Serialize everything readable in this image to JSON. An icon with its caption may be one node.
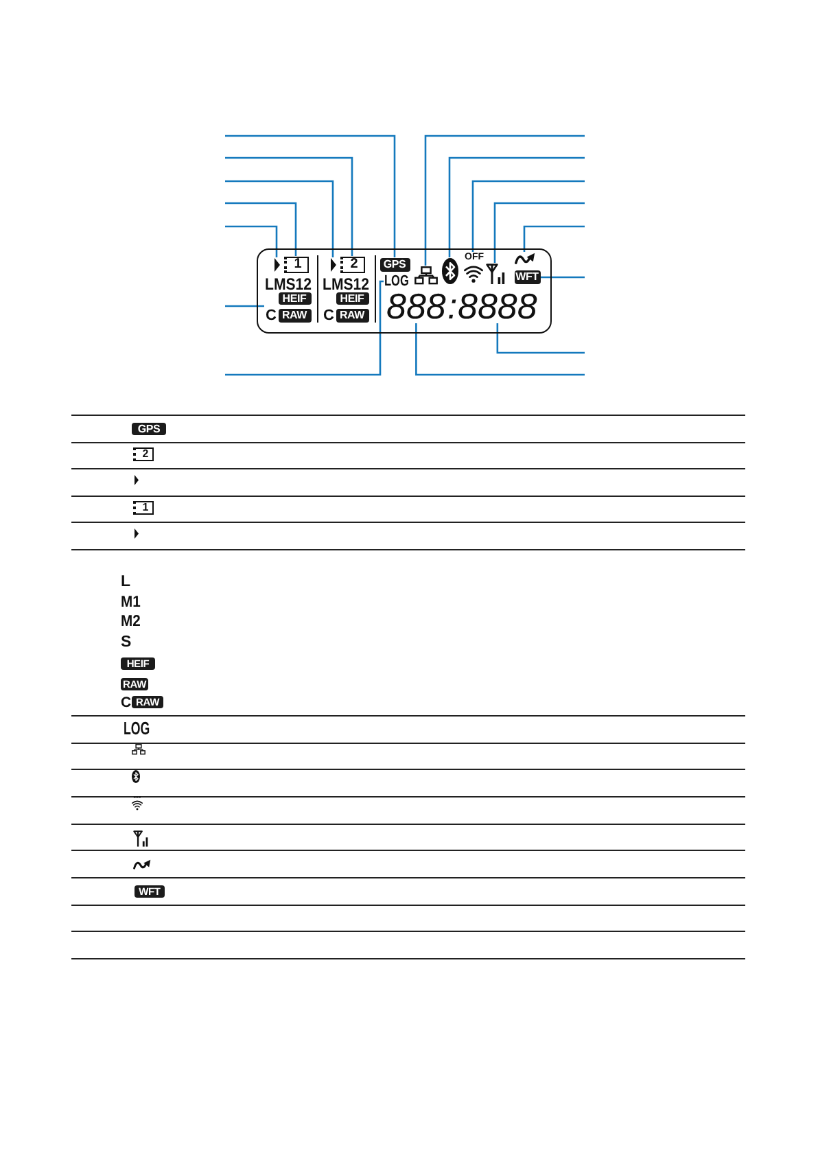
{
  "diagram": {
    "nodes": [
      {
        "text": [],
        "shape": "box"
      },
      {
        "text": [],
        "shape": "triangle",
        "in": 0
      },
      {
        "text": [
          "1"
        ],
        "in": 0
      },
      {
        "text": [],
        "shape": "triangle",
        "in": 0
      },
      {
        "text": [
          "2"
        ],
        "in": 0
      },
      {
        "text": [
          "GPS"
        ],
        "in": 0
      },
      {
        "text": [],
        "shape": "picture",
        "in": 0
      },
      {
        "text": [],
        "shape": "picture",
        "in": 0
      },
      {
        "text": [
          "OFF"
        ],
        "in": 0
      },
      {
        "text": [],
        "shape": "picture",
        "in": 0
      },
      {
        "text": [],
        "shape": "picture",
        "in": 0
      },
      {
        "text": [
          "WFT"
        ],
        "in": 0
      },
      {
        "text": [
          "LMS12",
          "HEIF",
          "C",
          "RAW"
        ],
        "in": 0
      },
      {
        "text": [
          "LMS12",
          "HEIF",
          "C",
          "RAW"
        ],
        "in": 0
      },
      {
        "text": [
          "LOG"
        ],
        "in": 0
      },
      {
        "text": [
          "888"
        ],
        "in": 0
      },
      {
        "text": [
          "8888"
        ],
        "in": 0
      }
    ],
    "edges": [
      {
        "from": null,
        "to": 5,
        "arrow": "none"
      },
      {
        "from": null,
        "to": 4,
        "arrow": "none"
      },
      {
        "from": null,
        "to": 3,
        "arrow": "none"
      },
      {
        "from": null,
        "to": 2,
        "arrow": "none"
      },
      {
        "from": null,
        "to": 1,
        "arrow": "none"
      },
      {
        "from": null,
        "to": 12,
        "arrow": "none"
      },
      {
        "from": null,
        "to": 14,
        "arrow": "none"
      },
      {
        "from": null,
        "to": 6,
        "arrow": "none"
      },
      {
        "from": null,
        "to": 7,
        "arrow": "none"
      },
      {
        "from": null,
        "to": 8,
        "arrow": "none"
      },
      {
        "from": null,
        "to": 9,
        "arrow": "none"
      },
      {
        "from": null,
        "to": 10,
        "arrow": "none"
      },
      {
        "from": null,
        "to": 11,
        "arrow": "none"
      },
      {
        "from": null,
        "to": 16,
        "arrow": "none"
      },
      {
        "from": null,
        "to": 15,
        "arrow": "none"
      }
    ],
    "labels": [
      ":",
      "GPS",
      "2",
      "1",
      "L",
      "M1",
      "M2",
      "S",
      "HEIF",
      "RAW",
      "C",
      "RAW",
      "LOG",
      "WFT"
    ]
  }
}
